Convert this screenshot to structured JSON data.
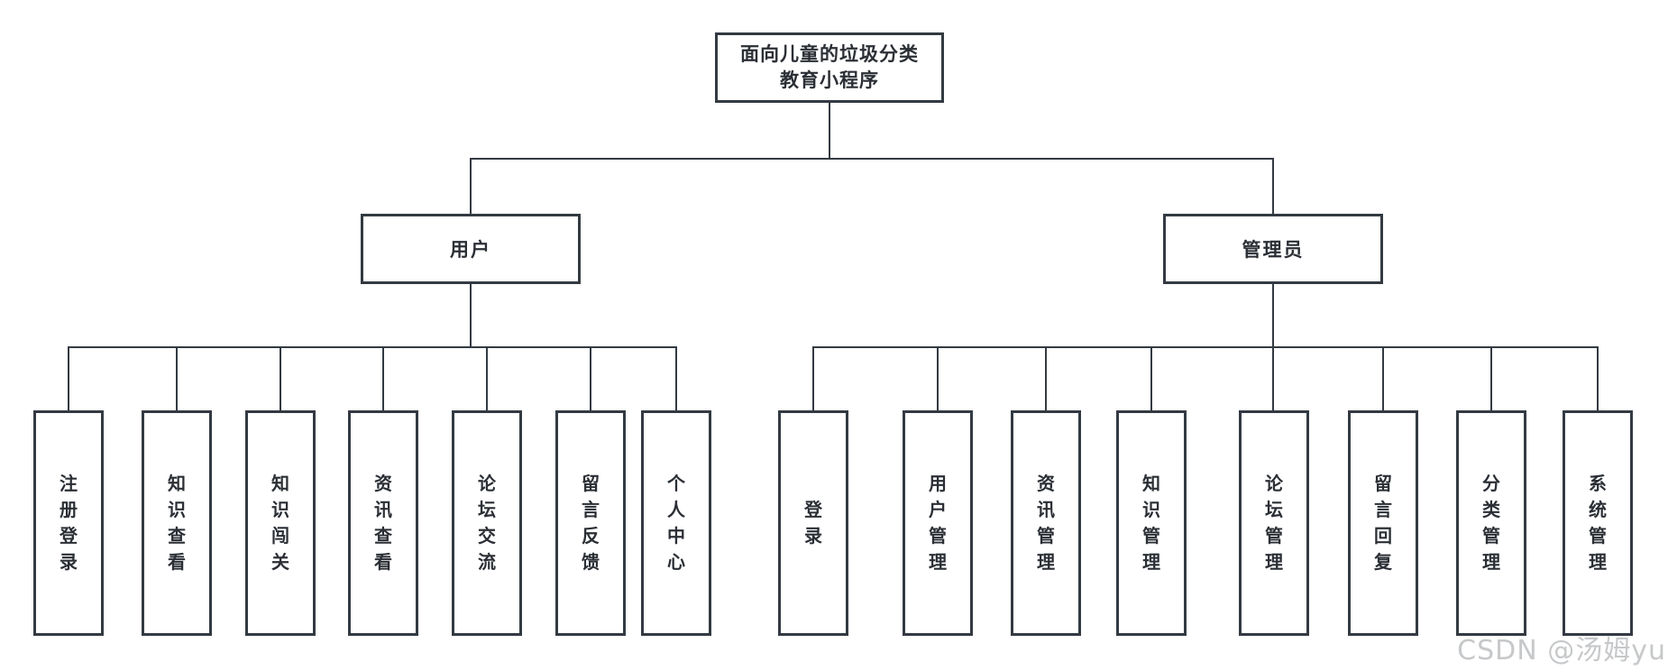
{
  "diagram": {
    "root": {
      "label": "面向儿童的垃圾分类教育小程序",
      "lines": [
        "面向儿童的垃圾分类",
        "教育小程序"
      ]
    },
    "branches": [
      {
        "label": "用户",
        "children": [
          "注册登录",
          "知识查看",
          "知识闯关",
          "资讯查看",
          "论坛交流",
          "留言反馈",
          "个人中心"
        ]
      },
      {
        "label": "管理员",
        "children": [
          "登录",
          "用户管理",
          "资讯管理",
          "知识管理",
          "论坛管理",
          "留言回复",
          "分类管理",
          "系统管理"
        ]
      }
    ]
  },
  "watermark": {
    "text": "CSDN @汤姆yu"
  },
  "colors": {
    "line": "#333a42",
    "node_text": "#2b2f35",
    "background": "#ffffff",
    "watermark": "#c6c8ca"
  }
}
